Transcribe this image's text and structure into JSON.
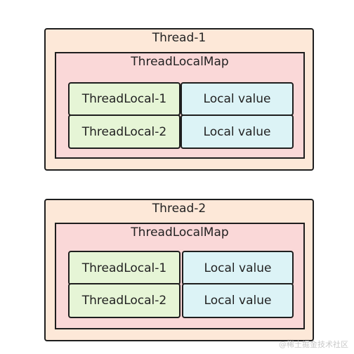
{
  "threads": [
    {
      "title": "Thread-1",
      "map_title": "ThreadLocalMap",
      "rows": [
        {
          "key": "ThreadLocal-1",
          "value": "Local value"
        },
        {
          "key": "ThreadLocal-2",
          "value": "Local value"
        }
      ]
    },
    {
      "title": "Thread-2",
      "map_title": "ThreadLocalMap",
      "rows": [
        {
          "key": "ThreadLocal-1",
          "value": "Local value"
        },
        {
          "key": "ThreadLocal-2",
          "value": "Local value"
        }
      ]
    }
  ],
  "watermark": "@稀土掘金技术社区",
  "colors": {
    "thread_fill": "#fde8d8",
    "map_fill": "#fad8d8",
    "key_fill": "#e6f5d6",
    "value_fill": "#dcf3f6",
    "stroke": "#1e1e1e"
  }
}
